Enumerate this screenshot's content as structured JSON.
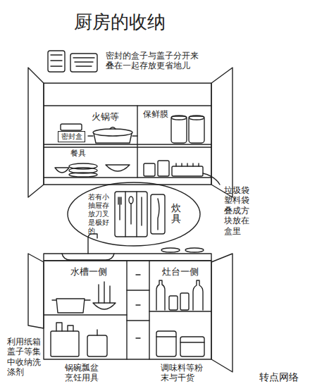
{
  "diagram": {
    "title": "厨房的收纳",
    "nodes": [
      {
        "text": [
          "密封盒"
        ]
      },
      {
        "text": [
          "若有小抽屉存放刀叉是极好的",
          "炊具"
        ]
      }
    ],
    "labels": [
      "密封的盒子与盖子分开来叠在一起存放更省地儿",
      "火锅等",
      "保鲜膜",
      "餐具",
      "垃圾袋塑料袋叠成方块放在盒里",
      "水槽一侧",
      "灶台一侧",
      "利用纸箱盖子等集中收纳洗涤剂",
      "锅碗瓢盆烹饪用具",
      "调味料等粉末与干货",
      "转点网络"
    ]
  }
}
